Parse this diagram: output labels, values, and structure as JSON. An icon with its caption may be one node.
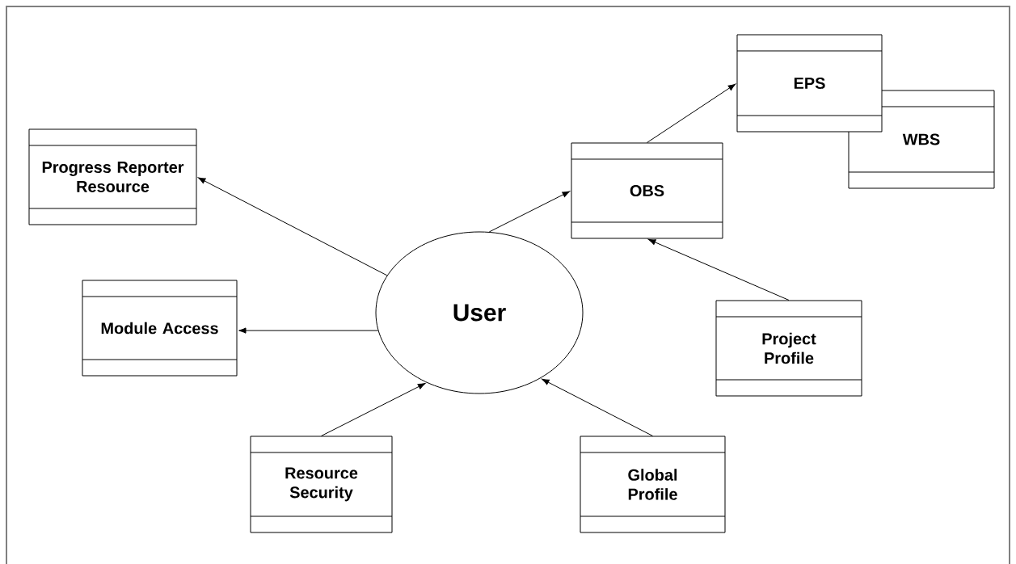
{
  "diagram": {
    "nodes": [
      {
        "text": [
          "EPS"
        ]
      },
      {
        "text": [
          "WBS"
        ]
      },
      {
        "text": [
          "Progress Reporter Resource"
        ]
      },
      {
        "text": [
          "OBS"
        ]
      },
      {
        "text": [
          "User"
        ]
      },
      {
        "text": [
          "Module Access"
        ]
      },
      {
        "text": [
          "Project Profile"
        ]
      },
      {
        "text": [
          "Resource Security"
        ]
      },
      {
        "text": [
          "Global Profile"
        ]
      }
    ],
    "edges": [
      {
        "from": 4,
        "to": 2,
        "arrow": "to"
      },
      {
        "from": 4,
        "to": 5,
        "arrow": "to"
      },
      {
        "from": 4,
        "to": 3,
        "arrow": "to"
      },
      {
        "from": 3,
        "to": 0,
        "arrow": "to"
      },
      {
        "from": 6,
        "to": 3,
        "arrow": "to"
      },
      {
        "from": 7,
        "to": 4,
        "arrow": "to"
      },
      {
        "from": 8,
        "to": 4,
        "arrow": "to"
      }
    ]
  }
}
